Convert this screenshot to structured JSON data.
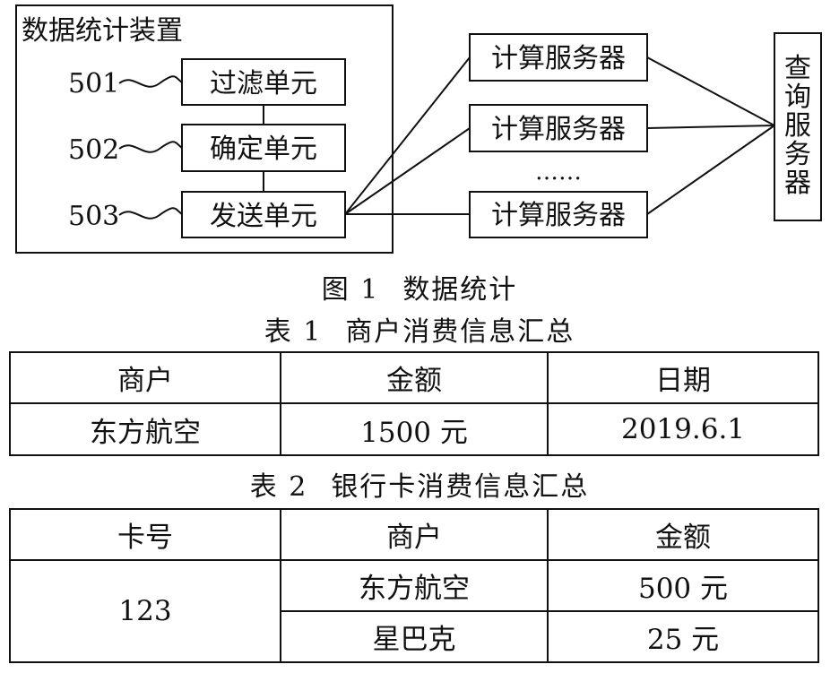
{
  "figure": {
    "device_label": "数据统计装置",
    "units": [
      {
        "id": "501",
        "label": "过滤单元"
      },
      {
        "id": "502",
        "label": "确定单元"
      },
      {
        "id": "503",
        "label": "发送单元"
      }
    ],
    "compute_servers": [
      "计算服务器",
      "计算服务器",
      "计算服务器"
    ],
    "ellipsis": "……",
    "query_server": "查询服务器",
    "caption_num": "图 1",
    "caption_text": "数据统计"
  },
  "table1": {
    "caption_num": "表 1",
    "caption_text": "商户消费信息汇总",
    "headers": [
      "商户",
      "金额",
      "日期"
    ],
    "rows": [
      [
        "东方航空",
        "1500 元",
        "2019.6.1"
      ]
    ]
  },
  "table2": {
    "caption_num": "表 2",
    "caption_text": "银行卡消费信息汇总",
    "headers": [
      "卡号",
      "商户",
      "金额"
    ],
    "card": "123",
    "rows": [
      [
        "东方航空",
        "500 元"
      ],
      [
        "星巴克",
        "25 元"
      ]
    ]
  }
}
